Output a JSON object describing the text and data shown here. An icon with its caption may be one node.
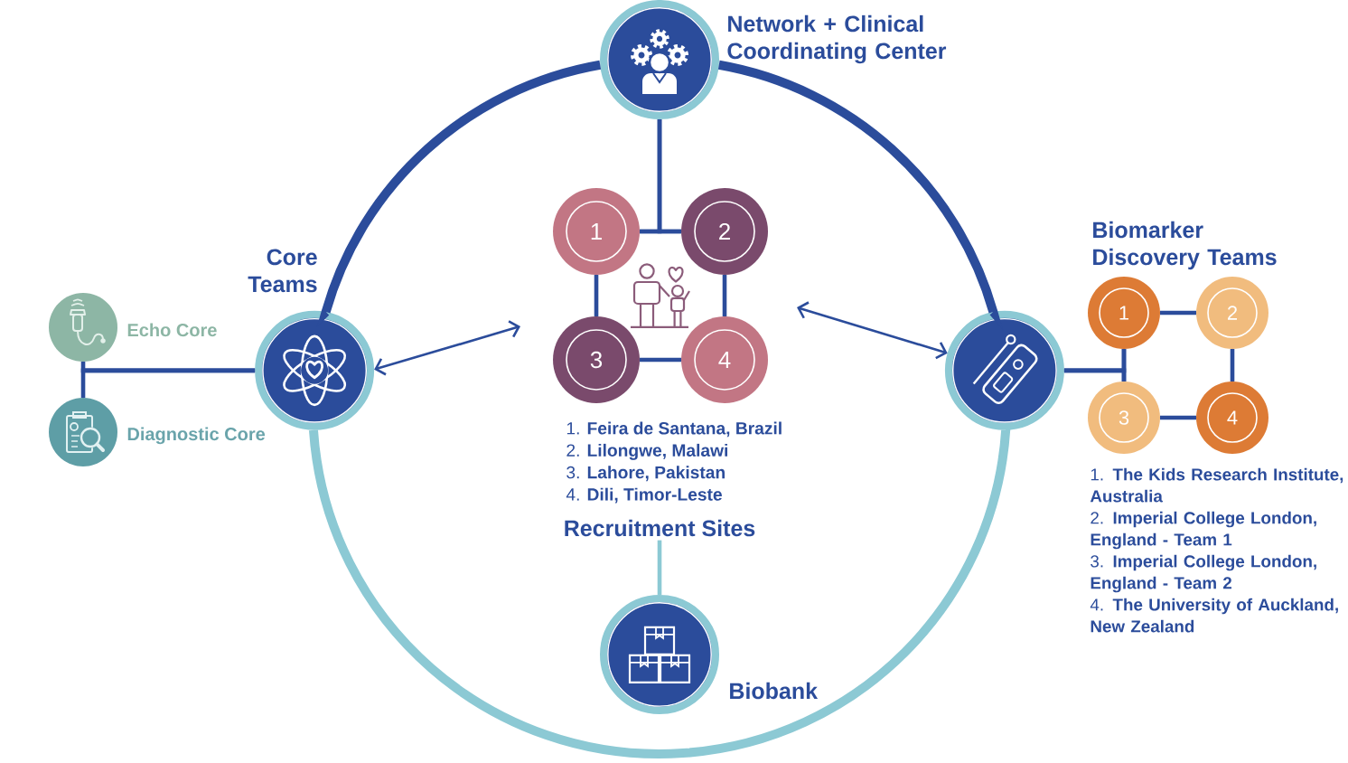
{
  "diagram": {
    "nodes": [
      {
        "text": [
          "Network + Clinical Coordinating Center"
        ]
      },
      {
        "text": [
          "Core Teams"
        ]
      },
      {
        "text": [
          "Echo Core"
        ]
      },
      {
        "text": [
          "Diagnostic Core"
        ]
      },
      {
        "text": [
          "1"
        ]
      },
      {
        "text": [
          "2"
        ]
      },
      {
        "text": [],
        "shape": "picture"
      },
      {
        "text": [
          "3"
        ]
      },
      {
        "text": [
          "4"
        ]
      },
      {
        "text": [
          "Recruitment Sites"
        ]
      },
      {
        "text": [
          "Biomarker Discovery Teams"
        ]
      },
      {
        "text": [
          "1"
        ]
      },
      {
        "text": [
          "2"
        ]
      },
      {
        "text": [
          "3"
        ]
      },
      {
        "text": [
          "4"
        ]
      },
      {
        "text": [
          "Biobank"
        ]
      }
    ],
    "edges": [
      {
        "from": 0,
        "to": 1,
        "arrow": "none",
        "style": "thick"
      },
      {
        "from": 0,
        "to": 10,
        "arrow": "none",
        "style": "thick"
      },
      {
        "from": 1,
        "to": 10,
        "arrow": "none",
        "style": "thick",
        "color": "#8cc9d4"
      },
      {
        "from": 0,
        "to": 4,
        "arrow": "none"
      },
      {
        "from": 0,
        "to": 5,
        "arrow": "none"
      },
      {
        "from": 4,
        "to": 5,
        "arrow": "none"
      },
      {
        "from": 5,
        "to": 8,
        "arrow": "none"
      },
      {
        "from": 8,
        "to": 7,
        "arrow": "none"
      },
      {
        "from": 7,
        "to": 4,
        "arrow": "none"
      },
      {
        "from": 1,
        "to": 2,
        "arrow": "none"
      },
      {
        "from": 1,
        "to": 3,
        "arrow": "none"
      },
      {
        "from": 1,
        "to": null,
        "arrow": "both"
      },
      {
        "from": null,
        "to": 10,
        "arrow": "both"
      },
      {
        "from": 10,
        "to": 11,
        "arrow": "none"
      },
      {
        "from": 10,
        "to": 13,
        "arrow": "none"
      },
      {
        "from": 11,
        "to": 12,
        "arrow": "none"
      },
      {
        "from": 12,
        "to": 14,
        "arrow": "none"
      },
      {
        "from": 14,
        "to": 13,
        "arrow": "none"
      },
      {
        "from": 13,
        "to": 11,
        "arrow": "none"
      },
      {
        "from": 9,
        "to": 15,
        "arrow": "none",
        "color": "#8cc9d4"
      }
    ],
    "labels": [
      "1. **Feira de Santana, Brazil**",
      "2. **Lilongwe, Malawi**",
      "3. **Lahore, Pakistan**",
      "4. **Dili, Timor-Leste**",
      "1. **The Kids Research Institute, Australia**",
      "2. **Imperial College London, England - Team 1**",
      "3. **Imperial College London, England - Team 2**",
      "4. **The University of Auckland, New Zealand**"
    ]
  }
}
